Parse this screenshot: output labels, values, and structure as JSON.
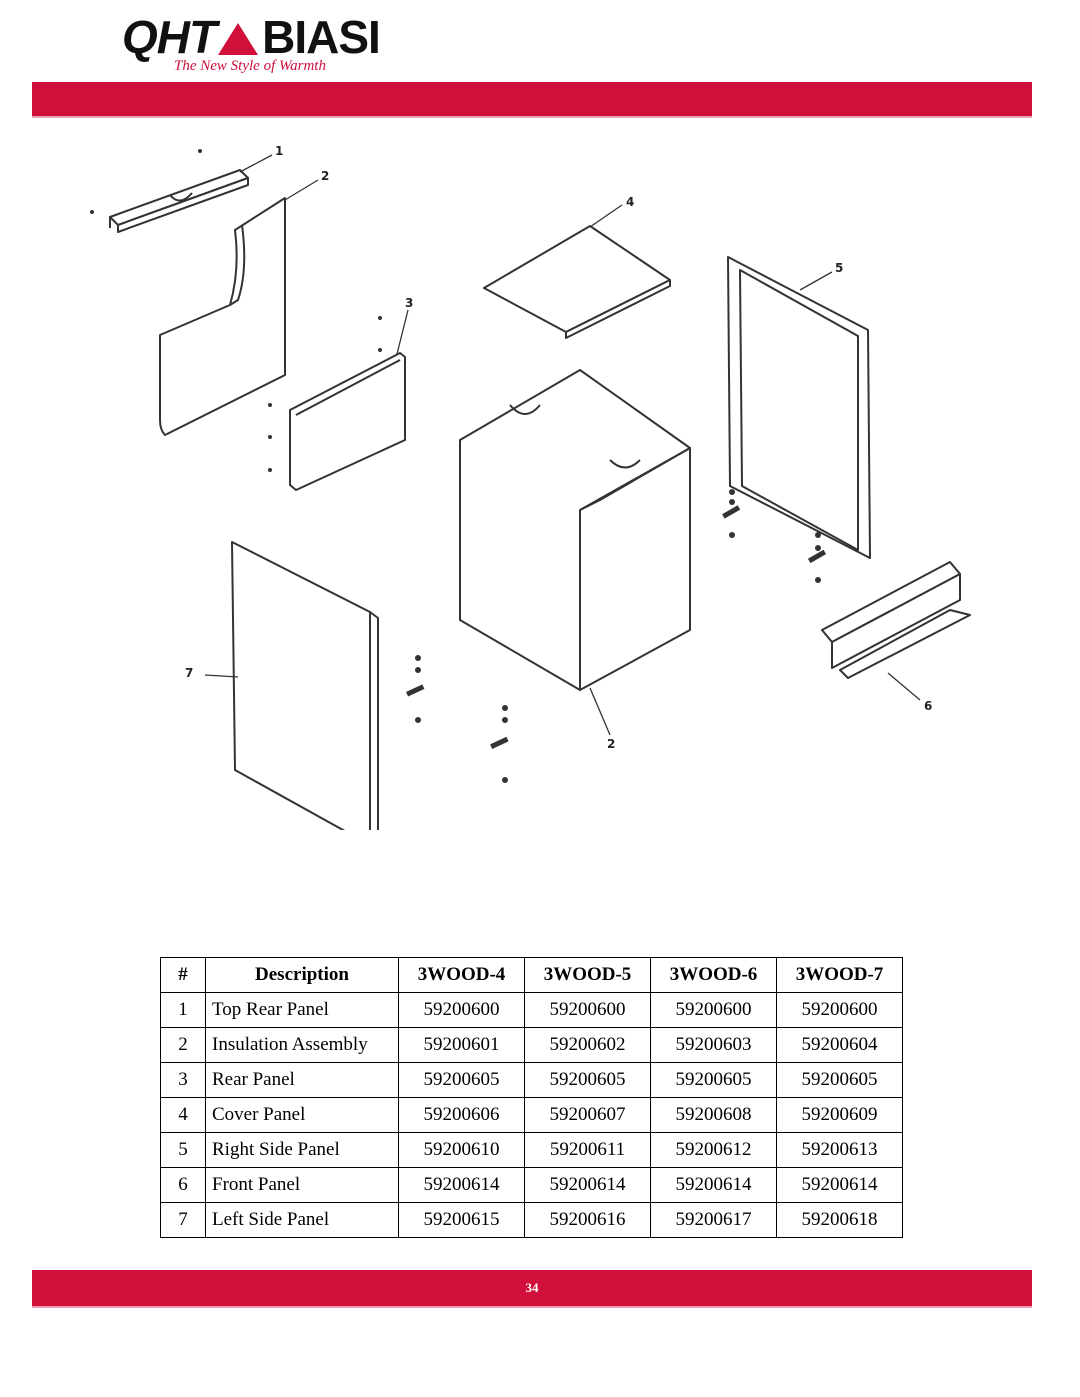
{
  "header": {
    "logo_left": "QHT",
    "logo_right": "BIASI",
    "tagline": "The New Style of Warmth"
  },
  "diagram": {
    "callouts": [
      "1",
      "2",
      "3",
      "4",
      "5",
      "6",
      "7",
      "2"
    ]
  },
  "table": {
    "headers": [
      "#",
      "Description",
      "3WOOD-4",
      "3WOOD-5",
      "3WOOD-6",
      "3WOOD-7"
    ],
    "rows": [
      {
        "num": "1",
        "description": "Top Rear Panel",
        "w4": "59200600",
        "w5": "59200600",
        "w6": "59200600",
        "w7": "59200600"
      },
      {
        "num": "2",
        "description": "Insulation Assembly",
        "w4": "59200601",
        "w5": "59200602",
        "w6": "59200603",
        "w7": "59200604"
      },
      {
        "num": "3",
        "description": "Rear Panel",
        "w4": "59200605",
        "w5": "59200605",
        "w6": "59200605",
        "w7": "59200605"
      },
      {
        "num": "4",
        "description": "Cover Panel",
        "w4": "59200606",
        "w5": "59200607",
        "w6": "59200608",
        "w7": "59200609"
      },
      {
        "num": "5",
        "description": "Right Side Panel",
        "w4": "59200610",
        "w5": "59200611",
        "w6": "59200612",
        "w7": "59200613"
      },
      {
        "num": "6",
        "description": "Front Panel",
        "w4": "59200614",
        "w5": "59200614",
        "w6": "59200614",
        "w7": "59200614"
      },
      {
        "num": "7",
        "description": "Left Side Panel",
        "w4": "59200615",
        "w5": "59200616",
        "w6": "59200617",
        "w7": "59200618"
      }
    ]
  },
  "footer": {
    "page_number": "34"
  },
  "colors": {
    "brand_red": "#d0103a"
  }
}
